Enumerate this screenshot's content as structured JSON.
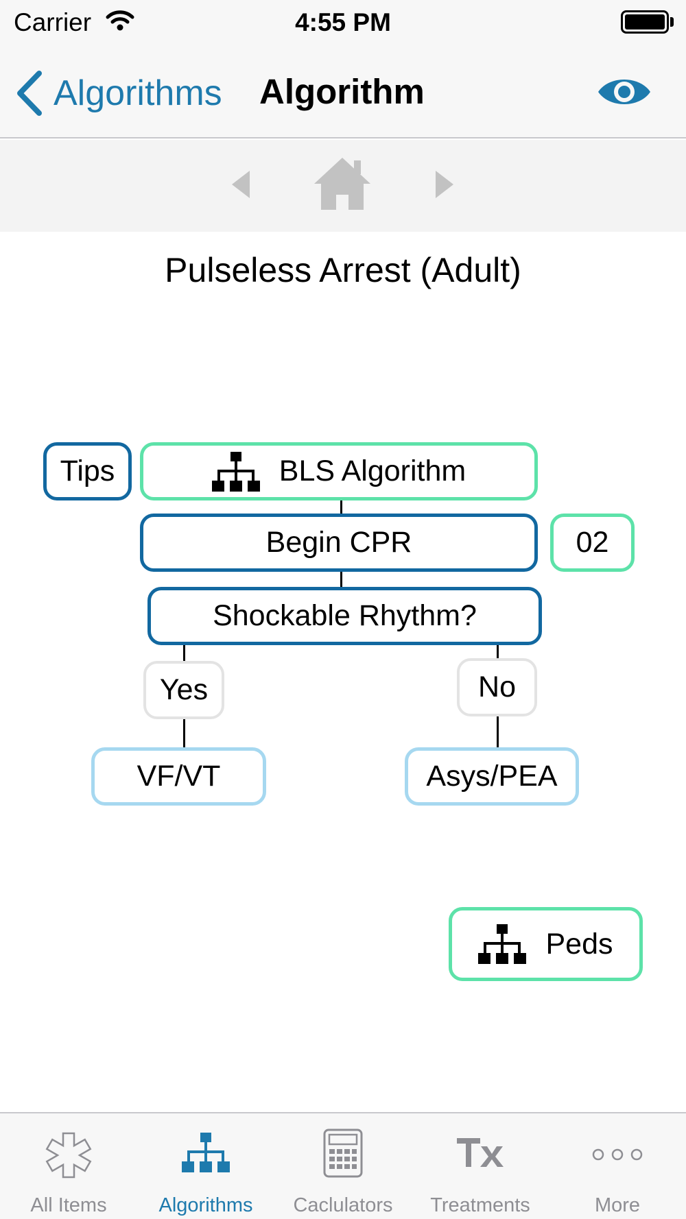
{
  "status_bar": {
    "carrier": "Carrier",
    "time": "4:55 PM"
  },
  "nav_bar": {
    "back_label": "Algorithms",
    "title": "Algorithm",
    "right_icon": "eye-icon"
  },
  "toolbar": {
    "items": [
      "previous-arrow-icon",
      "home-icon",
      "next-arrow-icon"
    ]
  },
  "content": {
    "heading": "Pulseless Arrest (Adult)",
    "nodes": {
      "tips": "Tips",
      "bls": "BLS Algorithm",
      "begin_cpr": "Begin CPR",
      "o2": "02",
      "shockable": "Shockable Rhythm?",
      "yes": "Yes",
      "no": "No",
      "vfvt": "VF/VT",
      "asys": "Asys/PEA",
      "peds": "Peds"
    }
  },
  "tab_bar": {
    "tabs": [
      {
        "label": "All Items",
        "icon": "star-of-life-icon",
        "active": false
      },
      {
        "label": "Algorithms",
        "icon": "algorithm-tree-icon",
        "active": true
      },
      {
        "label": "Caclulators",
        "icon": "calculator-icon",
        "active": false
      },
      {
        "label": "Treatments",
        "icon": "tx-icon",
        "active": false
      },
      {
        "label": "More",
        "icon": "more-dots-icon",
        "active": false
      }
    ]
  },
  "colors": {
    "accent": "#1e7aad",
    "dark_border": "#1268a0",
    "green_border": "#5de2a9",
    "light_border": "#a6d8f0",
    "grey_border": "#e3e3e3",
    "inactive": "#8e8e93"
  }
}
